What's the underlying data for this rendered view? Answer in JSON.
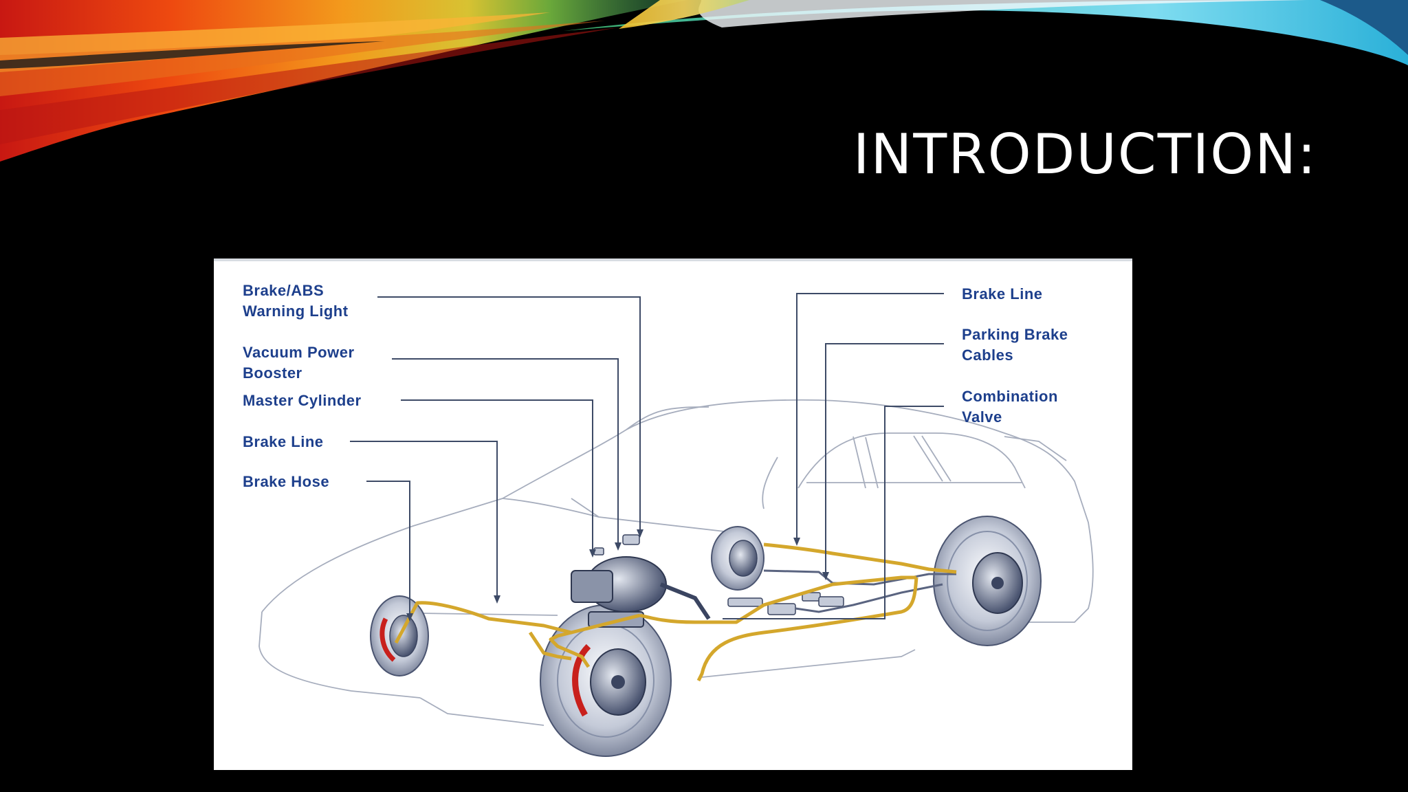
{
  "slide": {
    "title": "INTRODUCTION:"
  },
  "colors": {
    "background": "#000000",
    "title": "#ffffff",
    "label": "#1d3f8c",
    "leader_line": "#3d4a66",
    "brake_line": "#d4a72c",
    "brake_hose": "#c8201c",
    "car_outline": "#a6adbd"
  },
  "diagram": {
    "labels": {
      "brake_abs_warning_light": [
        "Brake/ABS",
        "Warning Light"
      ],
      "vacuum_power_booster": [
        "Vacuum Power",
        "Booster"
      ],
      "master_cylinder": [
        "Master Cylinder"
      ],
      "brake_line_left": [
        "Brake Line"
      ],
      "brake_hose": [
        "Brake Hose"
      ],
      "brake_line_right": [
        "Brake Line"
      ],
      "parking_brake_cables": [
        "Parking Brake",
        "Cables"
      ],
      "combination_valve": [
        "Combination",
        "Valve"
      ]
    }
  }
}
